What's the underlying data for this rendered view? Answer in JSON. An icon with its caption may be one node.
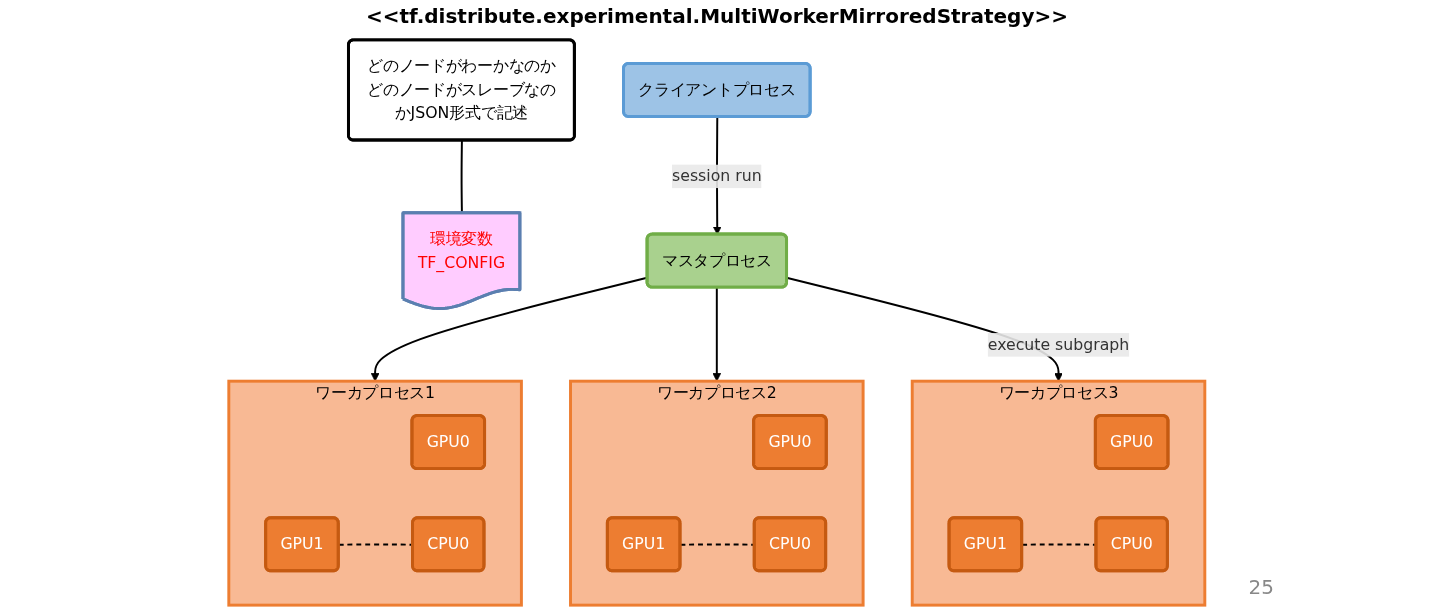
{
  "diagram": {
    "title": "<<tf.distribute.experimental.MultiWorkerMirroredStrategy>>",
    "nodes": [
      {
        "text": [
          "環境変数",
          "TF_CONFIG"
        ]
      },
      {
        "text": [
          "どのノードがわーかなのかどのノードがスレーブなのかJSON形式で記述"
        ]
      },
      {
        "text": [
          "クライアントプロセス"
        ]
      },
      {
        "text": [
          "マスタプロセス"
        ]
      },
      {
        "text": [
          "ワーカプロセス1"
        ]
      },
      {
        "text": [
          "GPU0"
        ],
        "in": 4
      },
      {
        "text": [
          "GPU1"
        ],
        "in": 4
      },
      {
        "text": [
          "CPU0"
        ],
        "in": 4
      },
      {
        "text": [
          "ワーカプロセス2"
        ]
      },
      {
        "text": [
          "GPU0"
        ],
        "in": 8
      },
      {
        "text": [
          "GPU1"
        ],
        "in": 8
      },
      {
        "text": [
          "CPU0"
        ],
        "in": 8
      },
      {
        "text": [
          "ワーカプロセス3"
        ]
      },
      {
        "text": [
          "GPU0"
        ],
        "in": 12
      },
      {
        "text": [
          "GPU1"
        ],
        "in": 12
      },
      {
        "text": [
          "CPU0"
        ],
        "in": 12
      }
    ],
    "edges": [
      {
        "from": 1,
        "to": 0,
        "arrow": "none"
      },
      {
        "from": 2,
        "to": 3,
        "arrow": "to",
        "label": "session run"
      },
      {
        "from": 3,
        "to": 4,
        "arrow": "to"
      },
      {
        "from": 3,
        "to": 8,
        "arrow": "to"
      },
      {
        "from": 3,
        "to": 12,
        "arrow": "to",
        "label": "execute subgraph"
      },
      {
        "from": 6,
        "to": 7,
        "arrow": "none",
        "style": "dashed"
      },
      {
        "from": 10,
        "to": 11,
        "arrow": "none",
        "style": "dashed"
      },
      {
        "from": 14,
        "to": 15,
        "arrow": "none",
        "style": "dashed"
      }
    ],
    "labels": [
      "25"
    ]
  }
}
